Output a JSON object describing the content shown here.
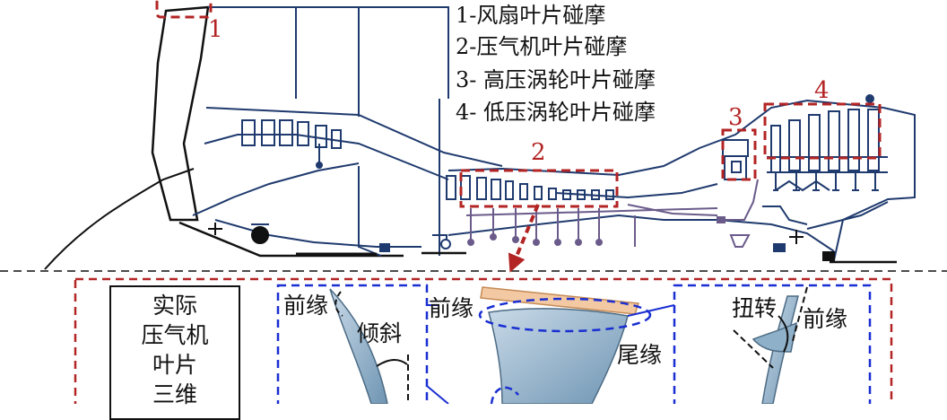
{
  "legend": [
    "1-风扇叶片碰摩",
    "2-压气机叶片碰摩",
    "3- 高压涡轮叶片碰摩",
    "4- 低压涡轮叶片碰摩"
  ],
  "region_numbers": [
    "1",
    "2",
    "3",
    "4"
  ],
  "detail_panel": {
    "side_box_lines": [
      "实际",
      "压气机",
      "叶片",
      "三维"
    ],
    "labels": {
      "leading_edge_1": "前缘",
      "tilt": "倾斜",
      "leading_edge_2": "前缘",
      "trailing_edge": "尾缘",
      "twist": "扭转",
      "leading_edge_3": "前缘"
    }
  },
  "colors": {
    "engine_outline": "#1f3a6e",
    "rub_region": "#b32424",
    "detail_boxes": "#1a2fd1",
    "blade_fill": "#a9c4da",
    "casing_fill": "#f3c9a3"
  }
}
